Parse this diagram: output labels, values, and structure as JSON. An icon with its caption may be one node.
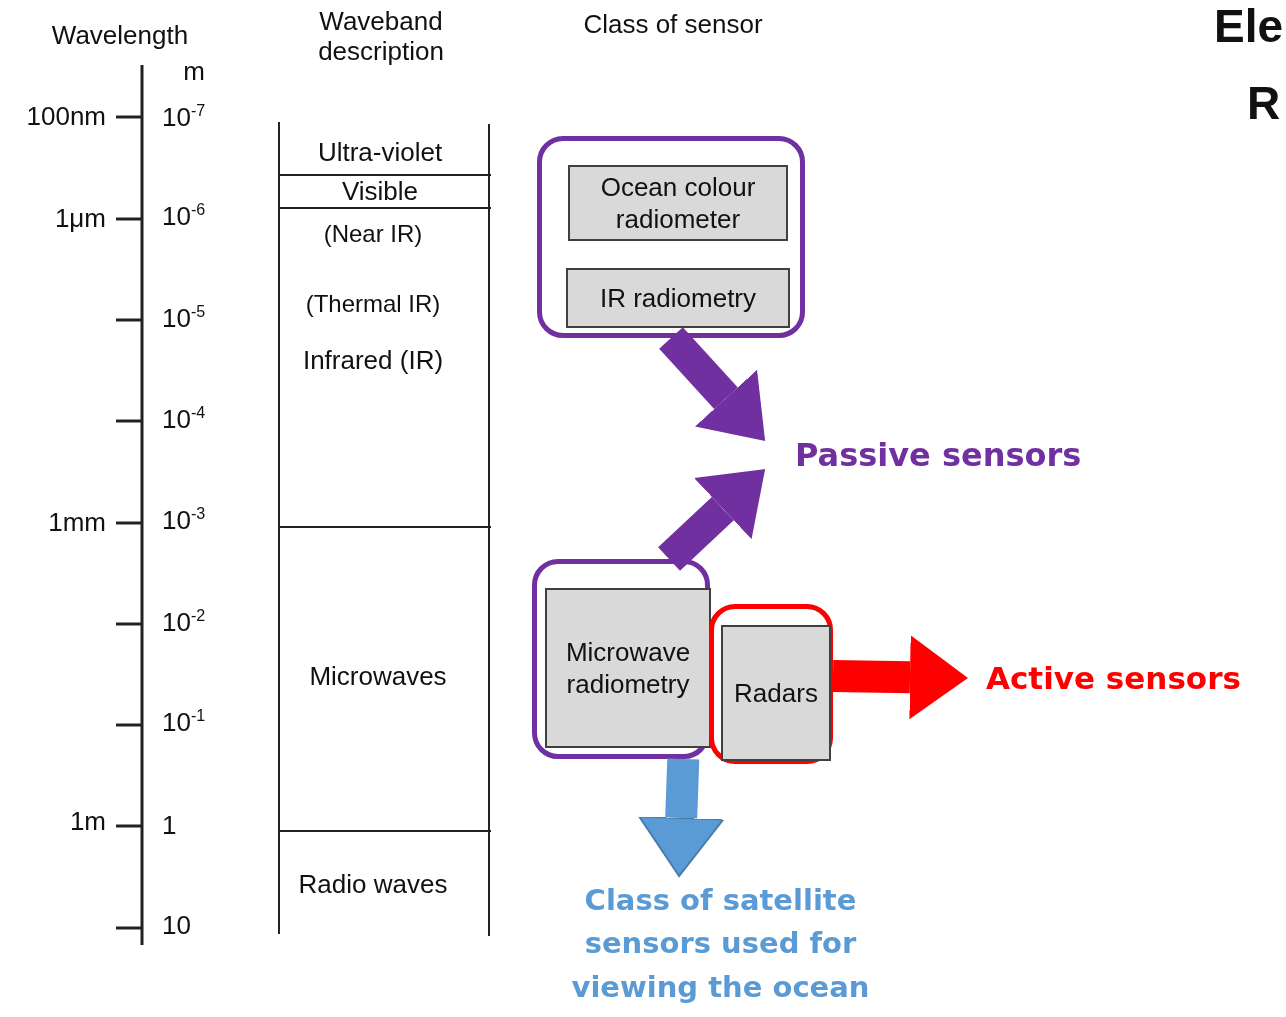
{
  "diagram": {
    "nodes": [
      {
        "text": [],
        "shape": "box"
      },
      {
        "text": [
          "Ocean colour radiometer"
        ],
        "in": 0
      },
      {
        "text": [
          "IR radiometry"
        ],
        "in": 0
      },
      {
        "text": [],
        "shape": "box"
      },
      {
        "text": [
          "Microwave radiometry"
        ],
        "in": 3
      },
      {
        "text": [],
        "shape": "box"
      },
      {
        "text": [
          "Radars"
        ],
        "in": 5
      },
      {
        "text": [
          "Passive sensors"
        ]
      },
      {
        "text": [
          "Active sensors"
        ]
      },
      {
        "text": [
          "Class of satellite sensors used for viewing the ocean"
        ]
      }
    ],
    "edges": [
      {
        "from": 0,
        "to": 7,
        "arrow": "to",
        "color": "#7030a0"
      },
      {
        "from": 3,
        "to": 7,
        "arrow": "to",
        "color": "#7030a0"
      },
      {
        "from": 5,
        "to": 8,
        "arrow": "to",
        "color": "#ff0000"
      },
      {
        "from": 3,
        "to": 9,
        "arrow": "to",
        "color": "#5b9bd5"
      }
    ],
    "labels": [
      "Wavelength",
      "Waveband description",
      "Class of sensor",
      "Ele",
      "m",
      "R",
      "100nm",
      "10$^{-7}$",
      "Ultra-violet",
      "Visible",
      "1μm",
      "10$^{-6}$",
      "(Near IR)",
      "(Thermal IR)",
      "10$^{-5}$",
      "Infrared (IR)",
      "10$^{-4}$",
      "1mm",
      "10$^{-3}$",
      "10$^{-2}$",
      "Microwaves",
      "10$^{-1}$",
      "1m",
      "1",
      "Radio waves",
      "10"
    ]
  }
}
